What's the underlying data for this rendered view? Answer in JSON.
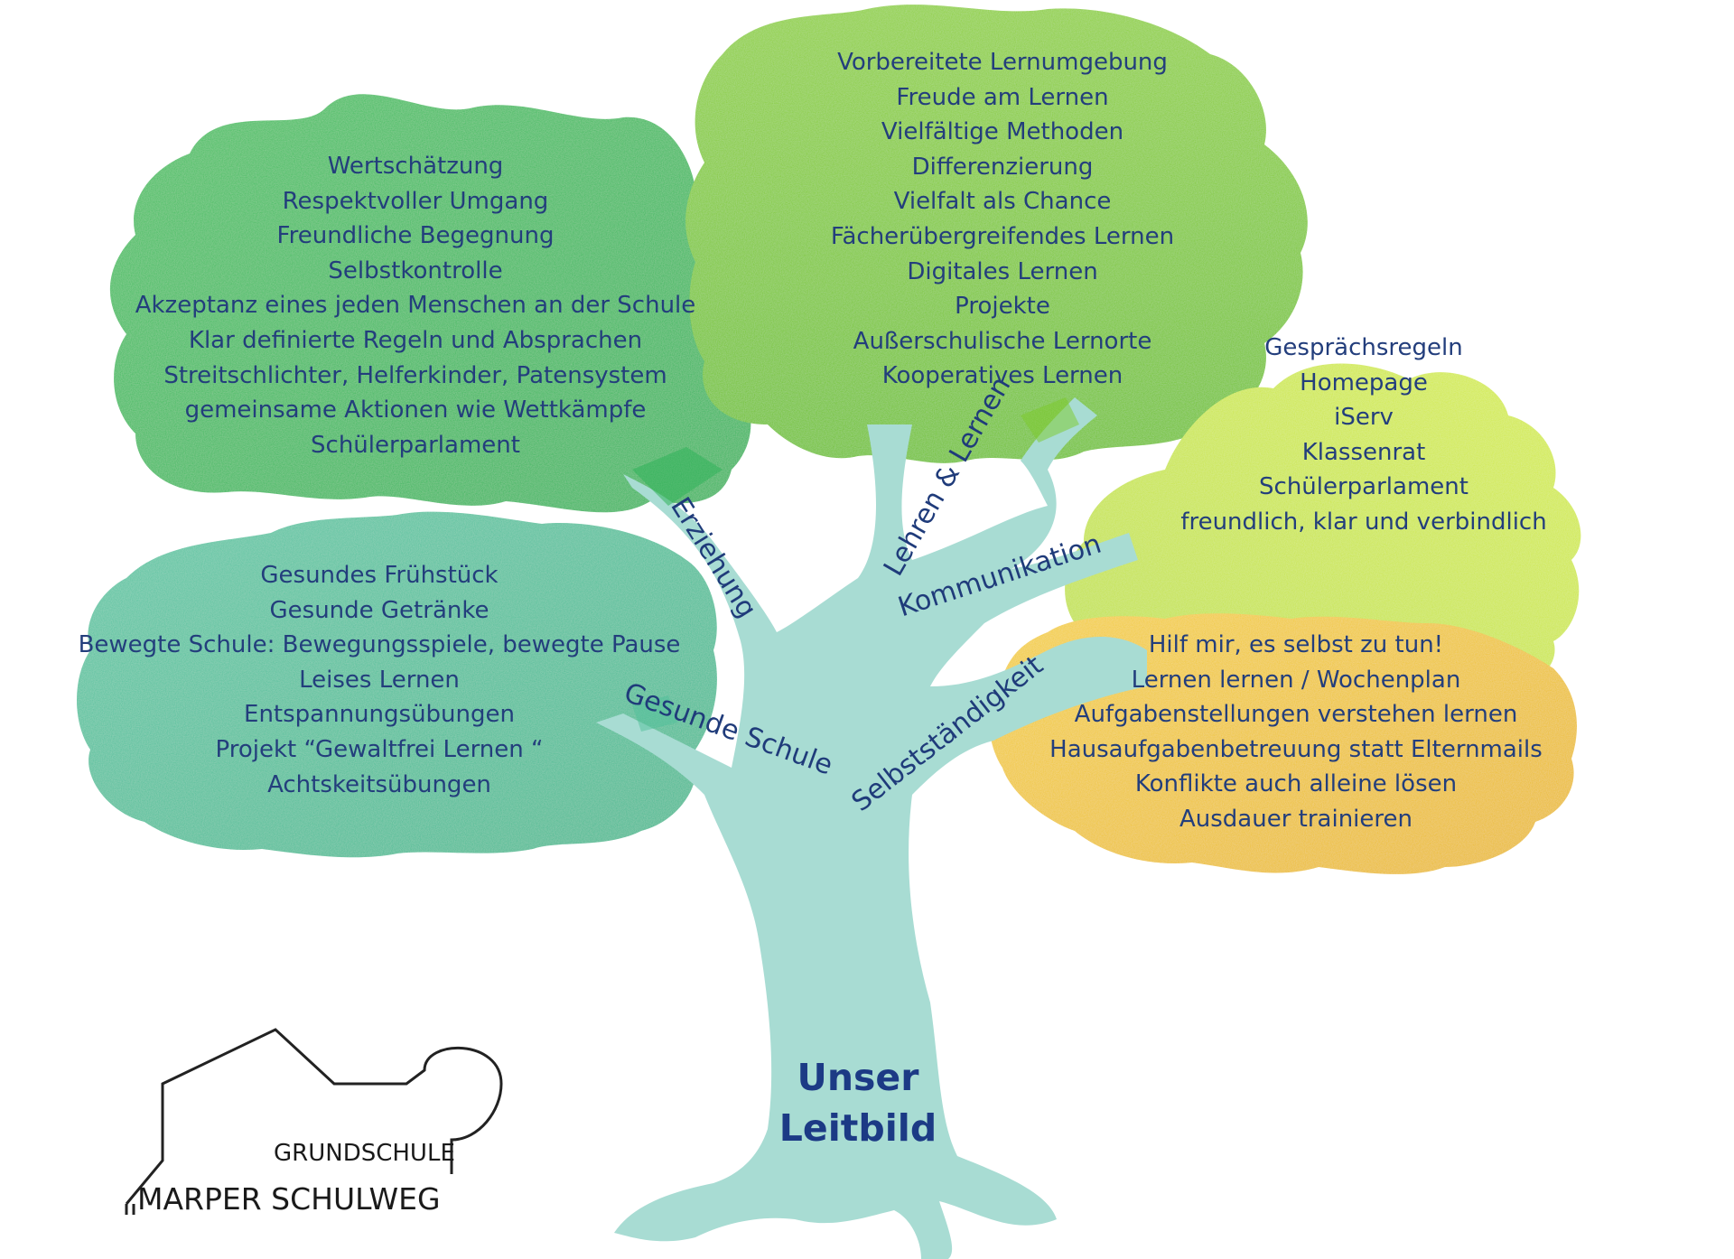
{
  "title": "Unser Leitbild",
  "branches": {
    "erziehung": {
      "label": "Erziehung",
      "color": "#3bbd58",
      "items": [
        "Wertschätzung",
        "Respektvoller Umgang",
        "Freundliche Begegnung",
        "Selbstkontrolle",
        "Akzeptanz eines jeden Menschen an der Schule",
        "Klar definierte Regeln und Absprachen",
        "Streitschlichter, Helferkinder, Patensystem",
        "gemeinsame Aktionen wie Wettkämpfe",
        "Schülerparlament"
      ]
    },
    "lehren_lernen": {
      "label": "Lehren & Lernen",
      "color": "#7cc928",
      "items": [
        "Vorbereitete Lernumgebung",
        "Freude am Lernen",
        "Vielfältige Methoden",
        "Differenzierung",
        "Vielfalt als Chance",
        "Fächerübergreifendes Lernen",
        "Digitales Lernen",
        "Projekte",
        "Außerschulische Lernorte",
        "Kooperatives Lernen"
      ]
    },
    "kommunikation": {
      "label": "Kommunikation",
      "color": "#c9e64a",
      "items": [
        "Gesprächsregeln",
        "Homepage",
        "iServ",
        "Klassenrat",
        "Schülerparlament",
        "freundlich, klar und verbindlich"
      ]
    },
    "gesunde_schule": {
      "label": "Gesunde Schule",
      "color": "#4fc09a",
      "items": [
        "Gesundes Frühstück",
        "Gesunde Getränke",
        "Bewegte Schule: Bewegungsspiele, bewegte Pause",
        "Leises Lernen",
        "Entspannungsübungen",
        "Projekt “Gewaltfrei Lernen “",
        "Achtskeitsübungen"
      ]
    },
    "selbststaendigkeit": {
      "label": "Selbstständigkeit",
      "color": "#f0c52a",
      "items": [
        "Hilf mir, es selbst zu tun!",
        "Lernen lernen / Wochenplan",
        "Aufgabenstellungen verstehen lernen",
        "Hausaufgabenbetreuung statt Elternmails",
        "Konflikte auch alleine lösen",
        "Ausdauer trainieren"
      ]
    }
  },
  "trunk": {
    "line1": "Unser",
    "line2": "Leitbild",
    "color": "#a8dcd3"
  },
  "logo": {
    "line1": "GRUNDSCHULE",
    "line2": "MARPER SCHULWEG"
  }
}
